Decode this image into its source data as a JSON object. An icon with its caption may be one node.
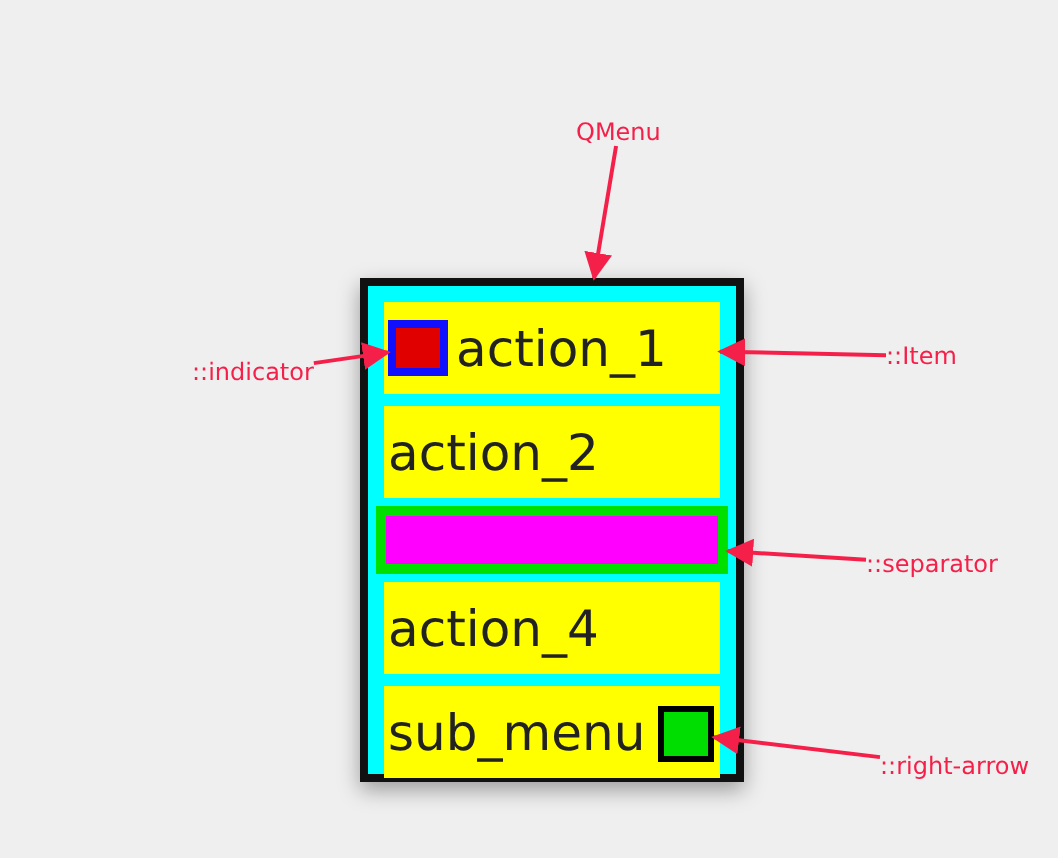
{
  "diagram": {
    "nodes": [
      {
        "text": [
          "QMenu"
        ]
      },
      {
        "text": [],
        "shape": "box"
      },
      {
        "text": [
          "action_1"
        ],
        "in": 1
      },
      {
        "text": [],
        "shape": "box",
        "in": 2
      },
      {
        "text": [
          "action_2"
        ],
        "in": 1
      },
      {
        "text": [],
        "shape": "bar",
        "in": 1
      },
      {
        "text": [
          "action_4"
        ],
        "in": 1
      },
      {
        "text": [
          "sub_menu"
        ],
        "in": 1
      },
      {
        "text": [],
        "shape": "box",
        "in": 7
      },
      {
        "text": [
          "::indicator"
        ]
      },
      {
        "text": [
          "::Item"
        ]
      },
      {
        "text": [
          "::separator"
        ]
      },
      {
        "text": [
          "::right-arrow"
        ]
      }
    ],
    "edges": [
      {
        "from": 0,
        "to": 1,
        "arrow": "to"
      },
      {
        "from": 9,
        "to": 3,
        "arrow": "to"
      },
      {
        "from": 10,
        "to": 2,
        "arrow": "to"
      },
      {
        "from": 11,
        "to": 5,
        "arrow": "to"
      },
      {
        "from": 12,
        "to": 8,
        "arrow": "to"
      }
    ]
  }
}
